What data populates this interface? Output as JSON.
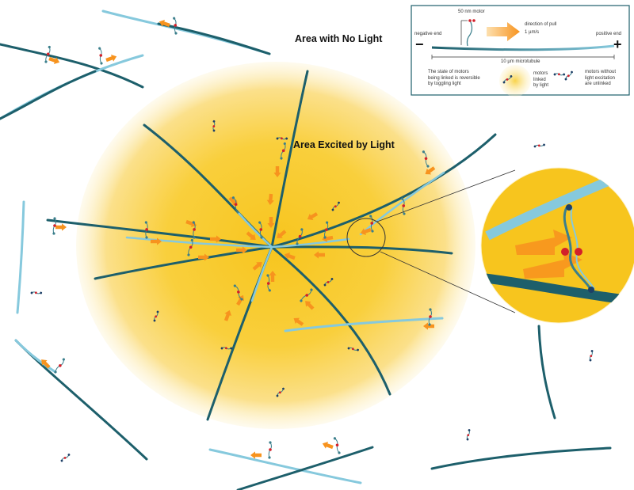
{
  "labels": {
    "no_light": "Area with No Light",
    "excited": "Area Excited by Light"
  },
  "legend": {
    "motor_size": "50 nm motor",
    "direction_line1": "direction of pull",
    "direction_line2": "1 µm/s",
    "negative_end": "negative end",
    "positive_end": "positive end",
    "minus": "−",
    "plus": "+",
    "microtubule_length": "10 µm microtubule",
    "reversible_line1": "The state of motors",
    "reversible_line2": "being linked is reversible",
    "reversible_line3": "by toggling light",
    "linked_line1": "motors",
    "linked_line2": "linked",
    "linked_line3": "by light",
    "unlinked_line1": "motors without",
    "unlinked_line2": "light excitation",
    "unlinked_line3": "are unlinked"
  },
  "colors": {
    "microtubule_dark": "#1d5f6b",
    "microtubule_light": "#86c9dd",
    "light_glow_center": "#f7c51e",
    "light_glow_edge": "#fdf3cf",
    "arrow_orange": "#f7931e",
    "motor_red": "#d3202a"
  }
}
